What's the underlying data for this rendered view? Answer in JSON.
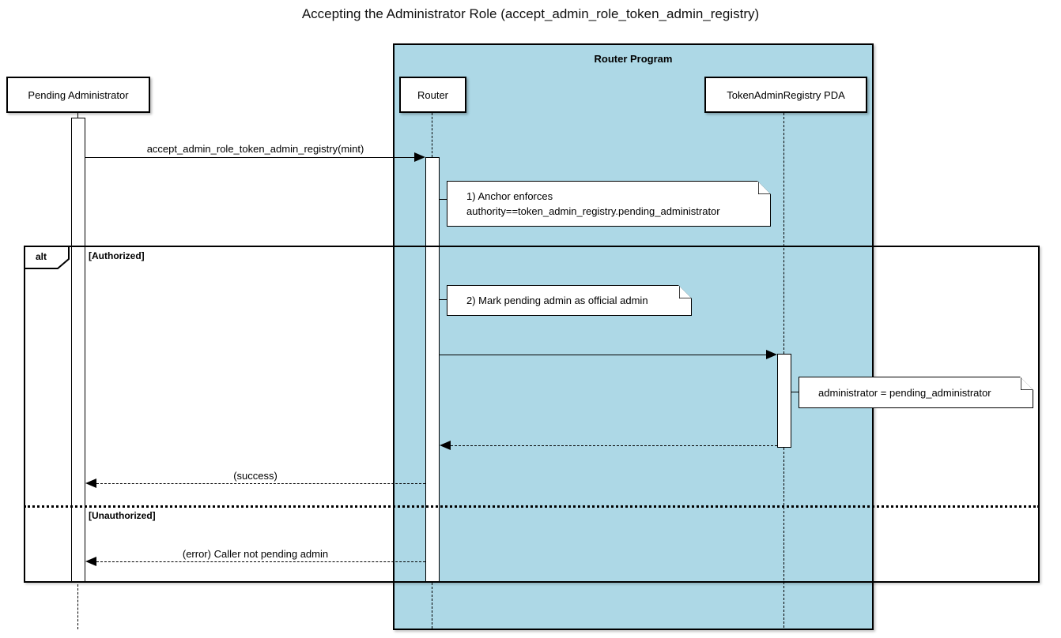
{
  "title": "Accepting the Administrator Role (accept_admin_role_token_admin_registry)",
  "colors": {
    "frame_fill": "#ADD8E6",
    "line": "#000000",
    "note_fill": "#FFFFFF"
  },
  "program_frame": {
    "label": "Router Program"
  },
  "participants": [
    {
      "id": "pending-administrator",
      "name": "Pending Administrator"
    },
    {
      "id": "router",
      "name": "Router"
    },
    {
      "id": "token-admin-registry-pda",
      "name": "TokenAdminRegistry PDA"
    }
  ],
  "alt_frame": {
    "operator": "alt",
    "guards": [
      {
        "label": "[Authorized]"
      },
      {
        "label": "[Unauthorized]"
      }
    ]
  },
  "messages": [
    {
      "id": "call",
      "label": "accept_admin_role_token_admin_registry(mint)",
      "from": "Pending Administrator",
      "to": "Router",
      "style": "solid"
    },
    {
      "id": "invoke",
      "label": "",
      "from": "Router",
      "to": "TokenAdminRegistry PDA",
      "style": "solid"
    },
    {
      "id": "pda-return",
      "label": "",
      "from": "TokenAdminRegistry PDA",
      "to": "Router",
      "style": "dashed"
    },
    {
      "id": "success",
      "label": "(success)",
      "from": "Router",
      "to": "Pending Administrator",
      "style": "dashed"
    },
    {
      "id": "error",
      "label": "(error) Caller not pending admin",
      "from": "Router",
      "to": "Pending Administrator",
      "style": "dashed"
    }
  ],
  "notes": [
    {
      "id": "note-1",
      "lines": [
        "1) Anchor enforces",
        "authority==token_admin_registry.pending_administrator"
      ]
    },
    {
      "id": "note-2",
      "lines": [
        "2) Mark pending admin as official admin"
      ]
    },
    {
      "id": "note-3",
      "lines": [
        "administrator = pending_administrator"
      ]
    }
  ]
}
